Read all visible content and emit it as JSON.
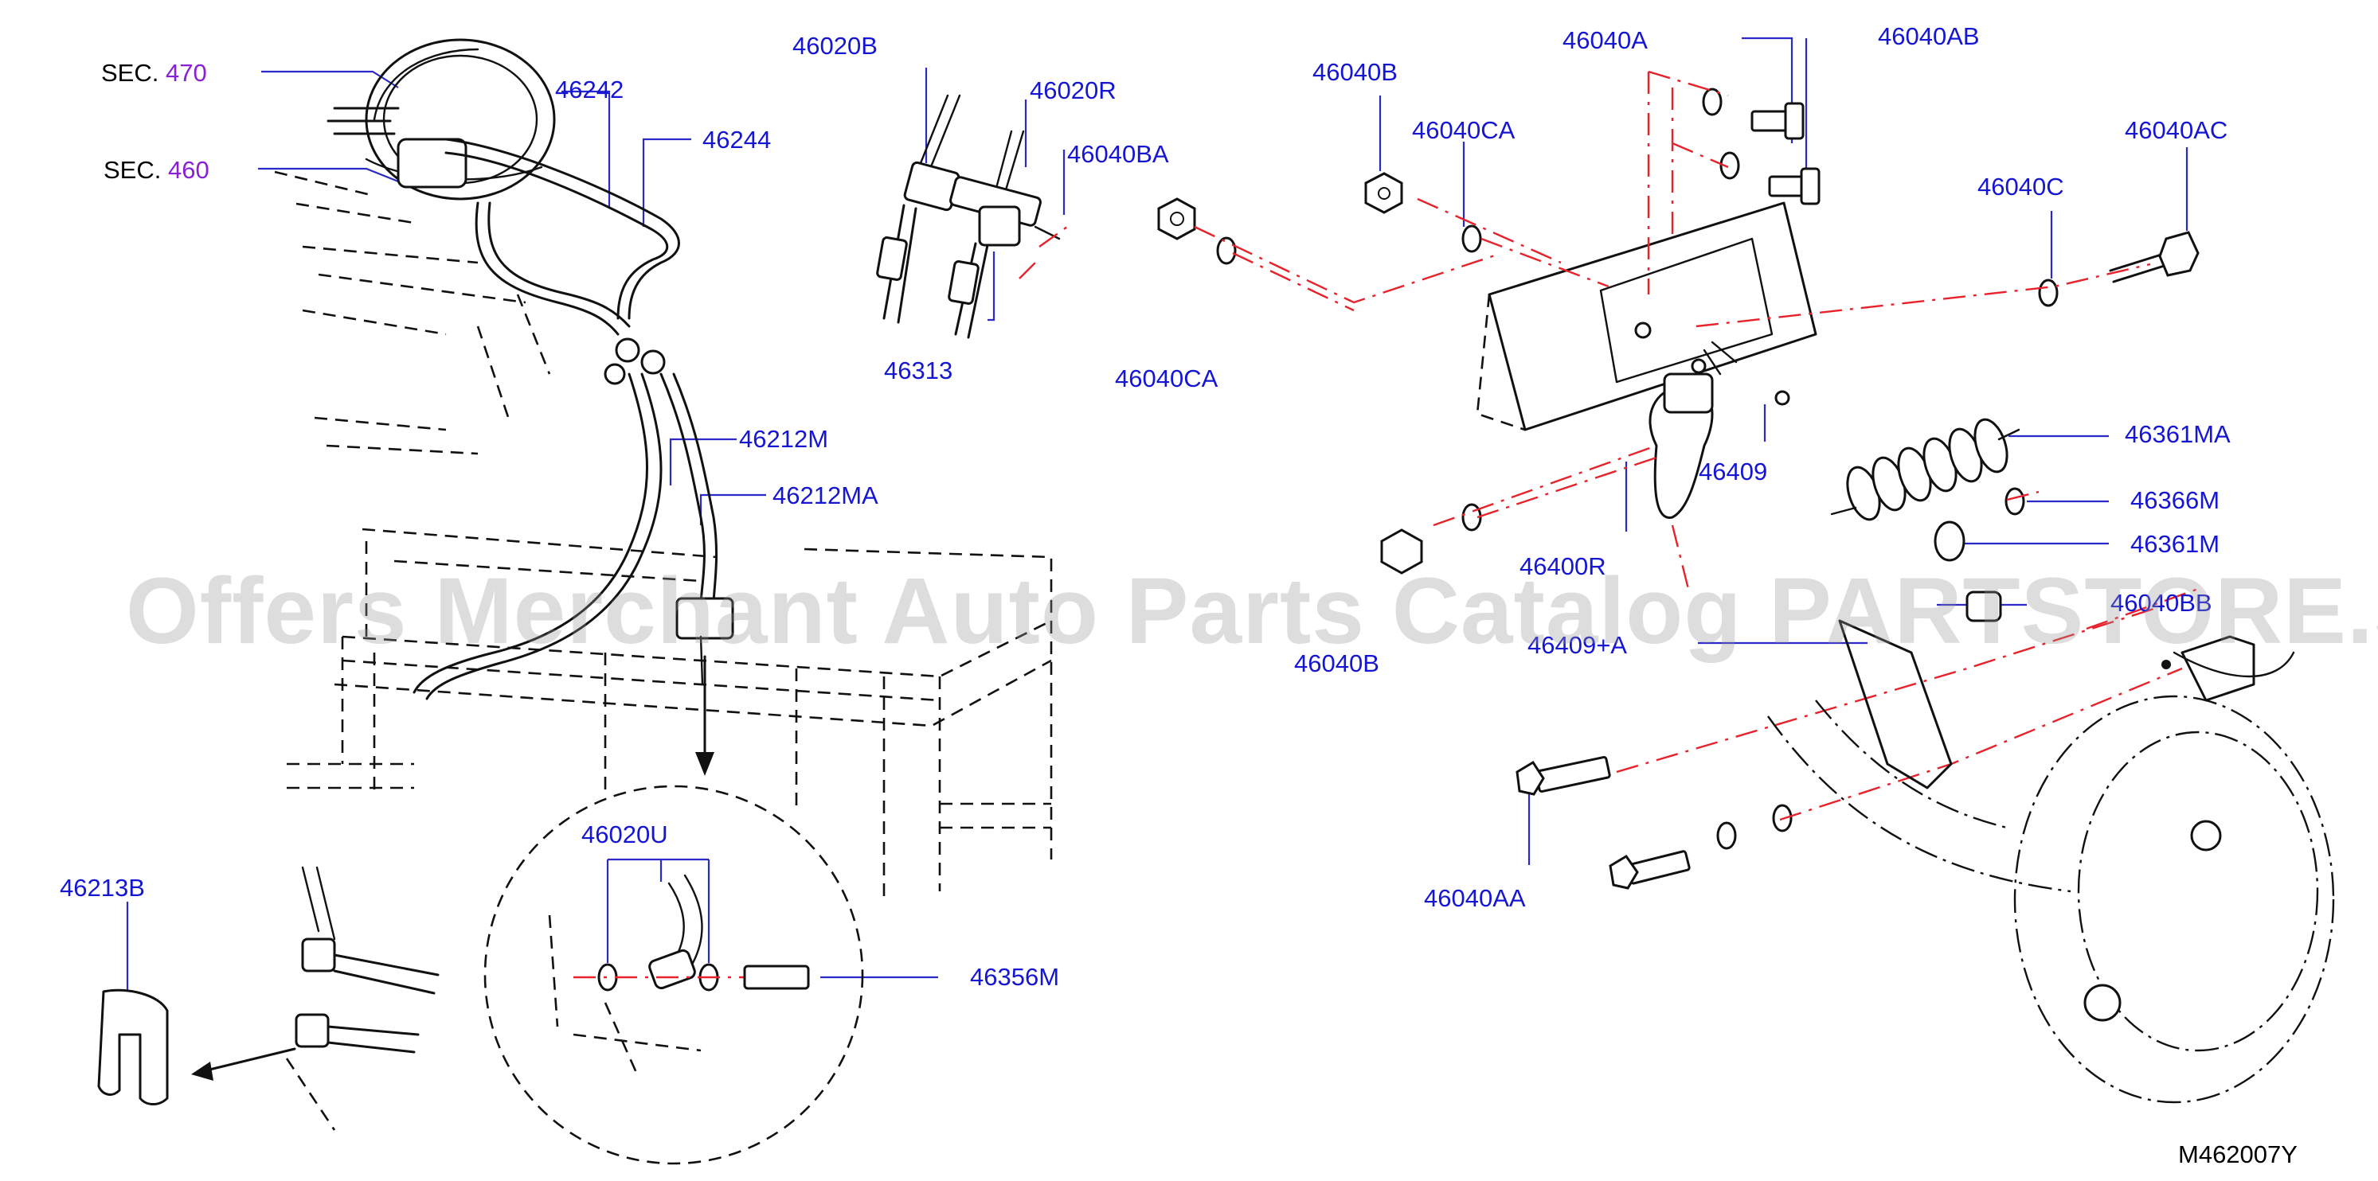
{
  "watermark": "Offers Merchant Auto Parts Catalog PARTSTORE.SA",
  "drawing_code": "M462007Y",
  "sections": [
    {
      "prefix": "SEC.",
      "number": "470"
    },
    {
      "prefix": "SEC.",
      "number": "460"
    }
  ],
  "labels": {
    "p46242": "46242",
    "p46244": "46244",
    "p46020B": "46020B",
    "p46020R": "46020R",
    "p46040BA": "46040BA",
    "p46313": "46313",
    "p46040CA_left": "46040CA",
    "p46040B_top": "46040B",
    "p46040CA_top": "46040CA",
    "p46040A": "46040A",
    "p46040AB": "46040AB",
    "p46040AC": "46040AC",
    "p46040C": "46040C",
    "p46212M": "46212M",
    "p46212MA": "46212MA",
    "p46409": "46409",
    "p46361MA": "46361MA",
    "p46366M": "46366M",
    "p46361M": "46361M",
    "p46400R": "46400R",
    "p46040B_bottom": "46040B",
    "p46409A": "46409+A",
    "p46040BB": "46040BB",
    "p46020U": "46020U",
    "p46356M": "46356M",
    "p46213B": "46213B",
    "p46040AA": "46040AA"
  }
}
